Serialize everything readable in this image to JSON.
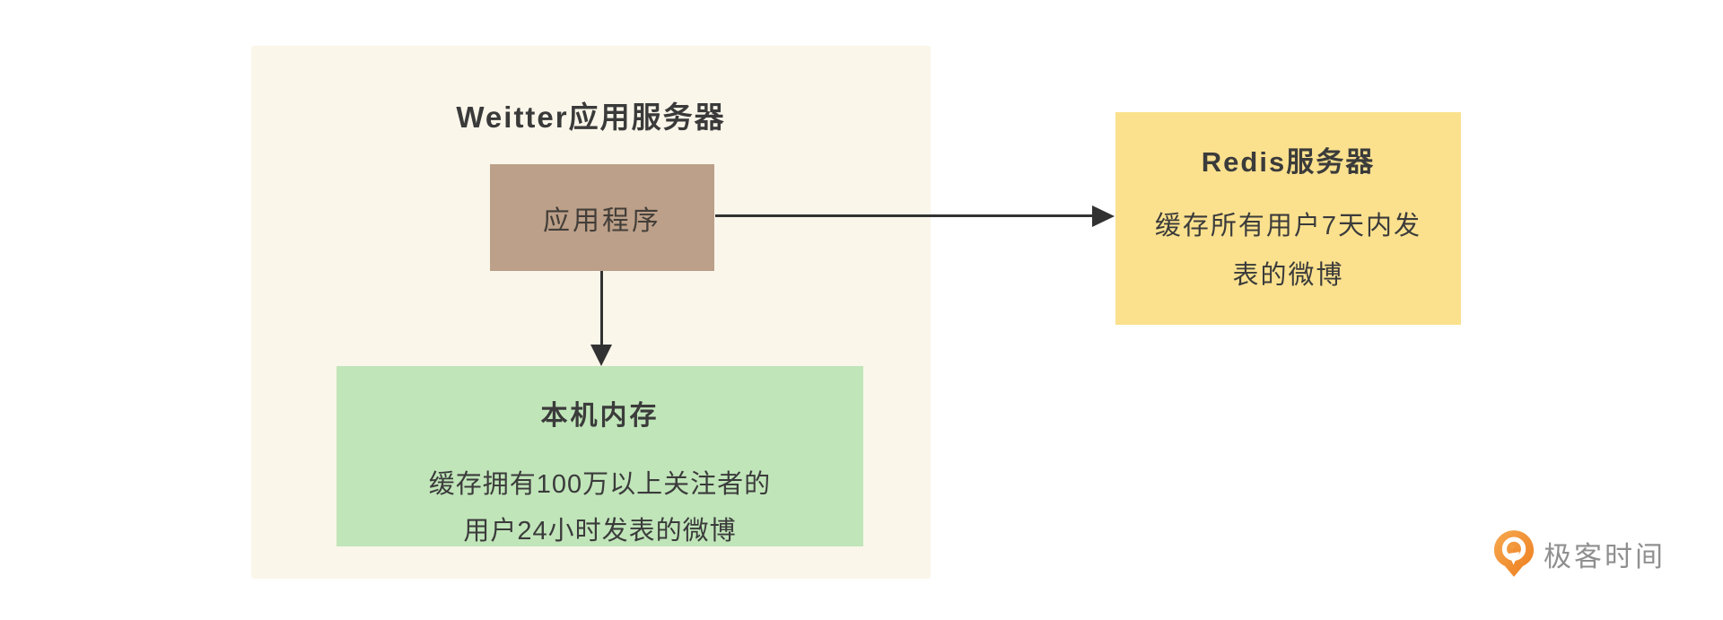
{
  "diagram": {
    "weitter_server": {
      "title": "Weitter应用服务器",
      "bg_color": "#FAF6EA"
    },
    "app_node": {
      "label": "应用程序",
      "bg_color": "#BCA089"
    },
    "local_memory_node": {
      "title": "本机内存",
      "desc_line1": "缓存拥有100万以上关注者的",
      "desc_line2": "用户24小时发表的微博",
      "bg_color": "#C0E5B9"
    },
    "redis_node": {
      "title": "Redis服务器",
      "desc_line1": "缓存所有用户7天内发",
      "desc_line2": "表的微博",
      "bg_color": "#FBE18E"
    },
    "arrows": [
      {
        "from": "app_node",
        "to": "redis_node",
        "direction": "right"
      },
      {
        "from": "app_node",
        "to": "local_memory_node",
        "direction": "down"
      }
    ],
    "arrow_color": "#323232",
    "text_color": "#3B3B3B"
  },
  "branding": {
    "logo_text": "极客时间",
    "logo_text_color": "#8F8F8F",
    "logo_icon": "geektime-pin-icon",
    "logo_icon_color_top": "#F7A94F",
    "logo_icon_color_bottom": "#EC7D1F"
  }
}
